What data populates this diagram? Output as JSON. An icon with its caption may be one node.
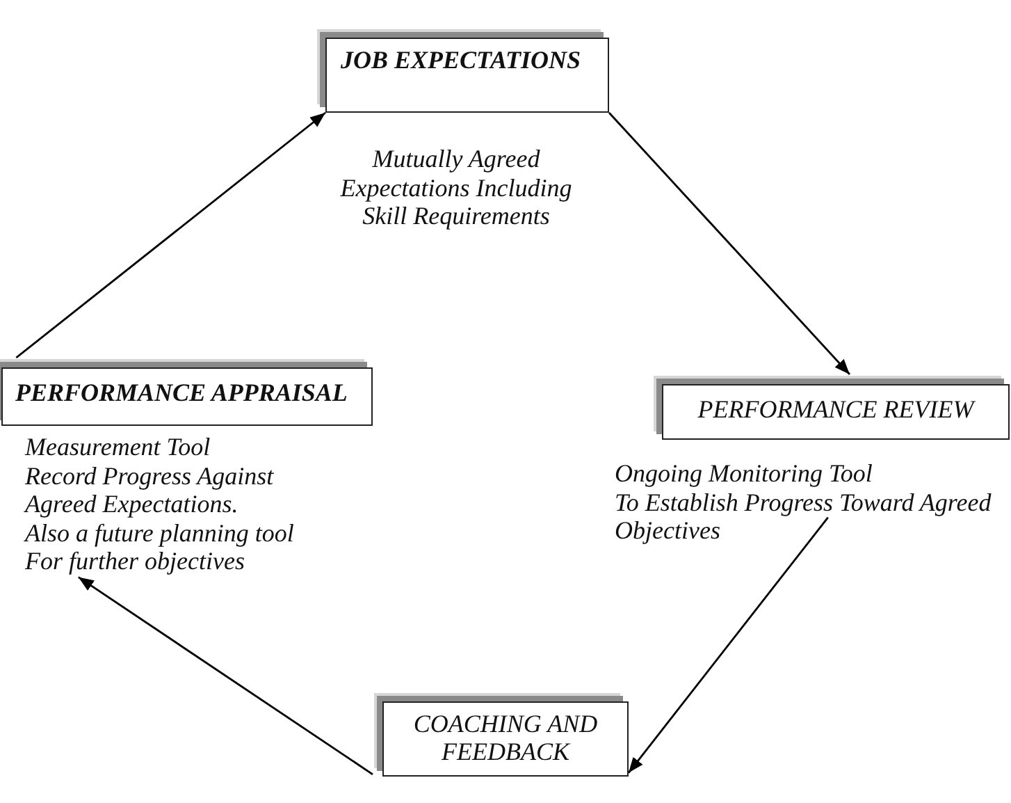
{
  "diagram": {
    "nodes": [
      {
        "text": [
          "JOB EXPECTATIONS"
        ],
        "beside": [
          "Mutually Agreed Expectations Including Skill Requirements"
        ]
      },
      {
        "text": [
          "PERFORMANCE APPRAISAL"
        ],
        "beside": [
          "Measurement Tool",
          "Record Progress Against Agreed Expectations.",
          "Also a future planning tool",
          "For further objectives"
        ]
      },
      {
        "text": [
          "PERFORMANCE REVIEW"
        ],
        "beside": [
          "Ongoing Monitoring Tool",
          "To Establish Progress Toward Agreed Objectives"
        ]
      },
      {
        "text": [
          "COACHING AND FEEDBACK"
        ]
      }
    ],
    "edges": [
      {
        "from": 1,
        "to": 0,
        "arrow": "to"
      },
      {
        "from": 0,
        "to": 2,
        "arrow": "to"
      },
      {
        "from": 2,
        "to": 3,
        "arrow": "to"
      },
      {
        "from": 3,
        "to": 1,
        "arrow": "to"
      }
    ]
  }
}
